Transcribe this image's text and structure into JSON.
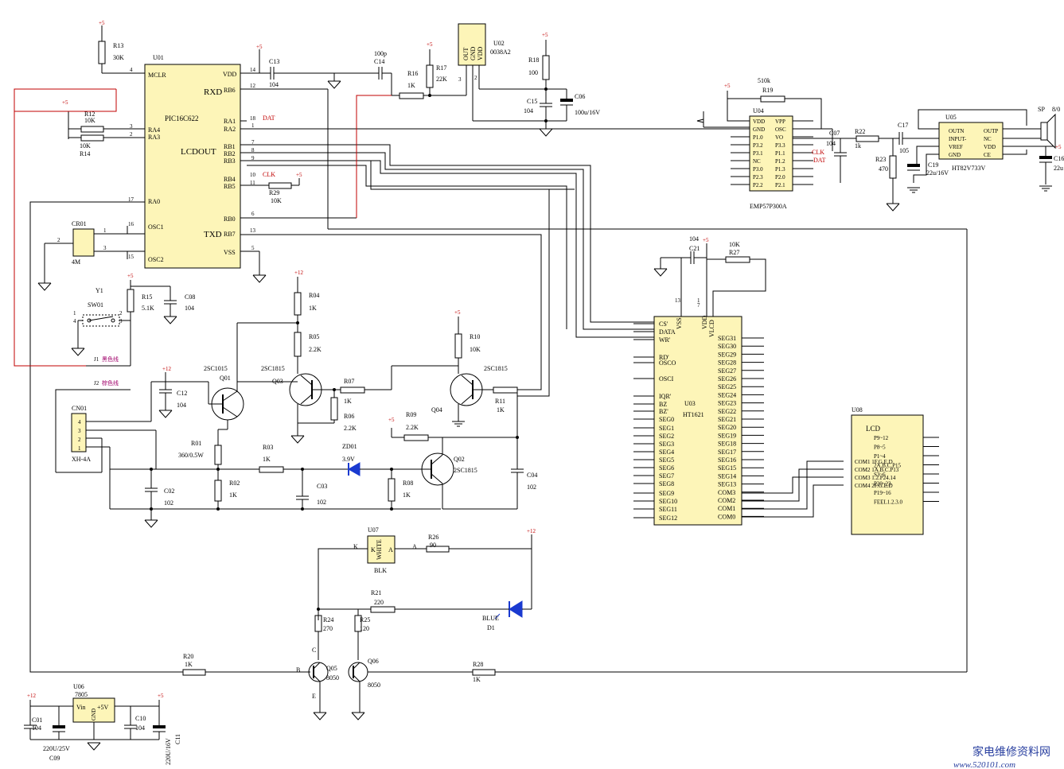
{
  "chips": {
    "u01": {
      "ref": "U01",
      "part": "PIC16C622",
      "main_label": "LCDOUT",
      "pins_left": [
        "MCLR",
        "RA4",
        "RA3",
        "RA0",
        "OSC1",
        "OSC2"
      ],
      "pins_right": [
        "VDD",
        "RB6",
        "RB5",
        "RA1",
        "RA2",
        "RB1",
        "RB2",
        "RB3",
        "RB4",
        "RB5",
        "RB0",
        "RB7",
        "VSS"
      ],
      "sig_rxd": "RXD",
      "sig_txd": "TXD"
    },
    "u02": {
      "ref": "U02",
      "part": "0038A2",
      "pins": [
        "OUT",
        "GND",
        "VDD"
      ]
    },
    "u03": {
      "ref": "U03",
      "part": "HT1621",
      "pins_left": [
        "CS'",
        "DATA",
        "WR'",
        "RD'",
        "OSCO",
        "OSCI",
        "IQR'",
        "BZ",
        "BZ'",
        "SEG0",
        "SEG1",
        "SEG2",
        "SEG3",
        "SEG4",
        "SEG5",
        "SEG6",
        "SEG7",
        "SEG8",
        "SEG9",
        "SEG10",
        "SEG11",
        "SEG12"
      ],
      "pins_right": [
        "SEG31",
        "SEG30",
        "SEG29",
        "SEG28",
        "SEG27",
        "SEG26",
        "SEG25",
        "SEG24",
        "SEG23",
        "SEG22",
        "SEG21",
        "SEG20",
        "SEG19",
        "SEG18",
        "SEG17",
        "SEG16",
        "SEG15",
        "SEG14",
        "SEG13",
        "COM3",
        "COM2",
        "COM1",
        "COM0"
      ],
      "top": [
        "VSS",
        "VDD",
        "VLCD"
      ]
    },
    "u04": {
      "ref": "U04",
      "part": "EMP57P300A",
      "left": [
        "VDD",
        "GND",
        "P1.0",
        "P3.2",
        "P3.1",
        "NC",
        "P3.0",
        "P2.3",
        "P2.2"
      ],
      "right": [
        "VPP",
        "OSC",
        "VO",
        "P3.3",
        "P1.1",
        "P1.2",
        "P1.3",
        "P2.0",
        "P2.1"
      ]
    },
    "u05": {
      "ref": "U05",
      "part": "HT82V733V",
      "left": [
        "OUTN",
        "INPUT-",
        "VREF",
        "GND"
      ],
      "right": [
        "OUTP",
        "NC",
        "VDD",
        "CE"
      ]
    },
    "u06": {
      "ref": "U06",
      "part": "7805",
      "vin": "Vin",
      "gnd": "GND",
      "vout": "+5V"
    },
    "u07": {
      "ref": "U07",
      "k": "K",
      "a": "A",
      "mid": "WHITE",
      "blk": "BLK"
    },
    "u08": {
      "ref": "U08",
      "title": "LCD",
      "left": [
        "COM1  1F.G.E.D",
        "COM2 1A.B.C.P13",
        "COM3 1.2.P24.14",
        "COM4  2F.G.E.D"
      ],
      "right": [
        "P9~12",
        "P8~5",
        "P1~4",
        "2A.B.C.P15",
        "S3~6",
        "P20~23",
        "P19~16",
        "FEEL1.2.3.0"
      ]
    }
  },
  "components": {
    "r13": "R13",
    "r13v": "30K",
    "r12": "R12",
    "r12v": "10K",
    "r14": "R14",
    "r14v": "10K",
    "c13": "C13",
    "c13v": "104",
    "c14": "C14",
    "c14v": "100p",
    "r16": "R16",
    "r16v": "1K",
    "r17": "R17",
    "r17v": "22K",
    "r18": "R18",
    "r18v": "100",
    "c15": "C15",
    "c15v": "104",
    "c06": "C06",
    "c06v": "100u/16V",
    "r29": "R29",
    "r29v": "10K",
    "cr01": "CR01",
    "cr01v": "4M",
    "y1": "Y1",
    "sw01": "SW01",
    "r15": "R15",
    "r15v": "5.1K",
    "c08": "C08",
    "c08v": "104",
    "j1": "J1",
    "j1n": "黑色线",
    "j2": "J2",
    "j2n": "棕色线",
    "cn01": "CN01",
    "cn01v": "XH-4A",
    "r04": "R04",
    "r04v": "1K",
    "r05": "R05",
    "r05v": "2.2K",
    "q03": "Q03",
    "q03t": "2SC1815",
    "r07": "R07",
    "r07v": "1K",
    "r06": "R06",
    "r06v": "2.2K",
    "q01": "Q01",
    "q01t": "2SC1015",
    "c12": "C12",
    "c12v": "104",
    "r01": "R01",
    "r01v": "360/0.5W",
    "r03": "R03",
    "r03v": "1K",
    "c02": "C02",
    "c02v": "102",
    "r02": "R02",
    "r02v": "1K",
    "c03": "C03",
    "c03v": "102",
    "zd01": "ZD01",
    "zd01v": "3.9V",
    "r08": "R08",
    "r08v": "1K",
    "r09": "R09",
    "r09v": "2.2K",
    "q02": "Q02",
    "q02t": "2SC1815",
    "r10": "R10",
    "r10v": "10K",
    "q04": "Q04",
    "q04t": "2SC1815",
    "r11": "R11",
    "r11v": "1K",
    "c04": "C04",
    "c04v": "102",
    "c21": "C21",
    "c21v": "104",
    "r27": "R27",
    "r27v": "10K",
    "r19": "R19",
    "r19v": "510k",
    "c07": "C07",
    "c07v": "104",
    "r22": "R22",
    "r22v": "1k",
    "r23": "R23",
    "r23v": "470",
    "c17": "C17",
    "c17v": "105",
    "c19": "C19",
    "c19v": "22u/16V",
    "sp": "SP",
    "spv": "8/0",
    "c16": "C16",
    "c16v": "22u",
    "r26": "R26",
    "r26v": "90",
    "r21": "R21",
    "r21v": "220",
    "d1": "D1",
    "d1n": "BLUE",
    "r24": "R24",
    "r24v": "270",
    "r25": "R25",
    "r25v": "120",
    "r20": "R20",
    "r20v": "1K",
    "r28": "R28",
    "r28v": "1K",
    "q05": "Q05",
    "q05t": "8050",
    "q06": "Q06",
    "q06t": "8050",
    "c01": "C01",
    "c01v": "104",
    "c09": "C09",
    "c09v": "220U/25V",
    "c10": "C10",
    "c10v": "104",
    "c11": "C11",
    "c11v": "220U/16V"
  },
  "nets": {
    "p5": "+5",
    "p12": "+12",
    "clk": "CLK",
    "dat": "DAT",
    "b": "B",
    "c": "C",
    "e": "E"
  },
  "watermark": {
    "cn": "家电维修资料网",
    "url": "www.520101.com"
  }
}
